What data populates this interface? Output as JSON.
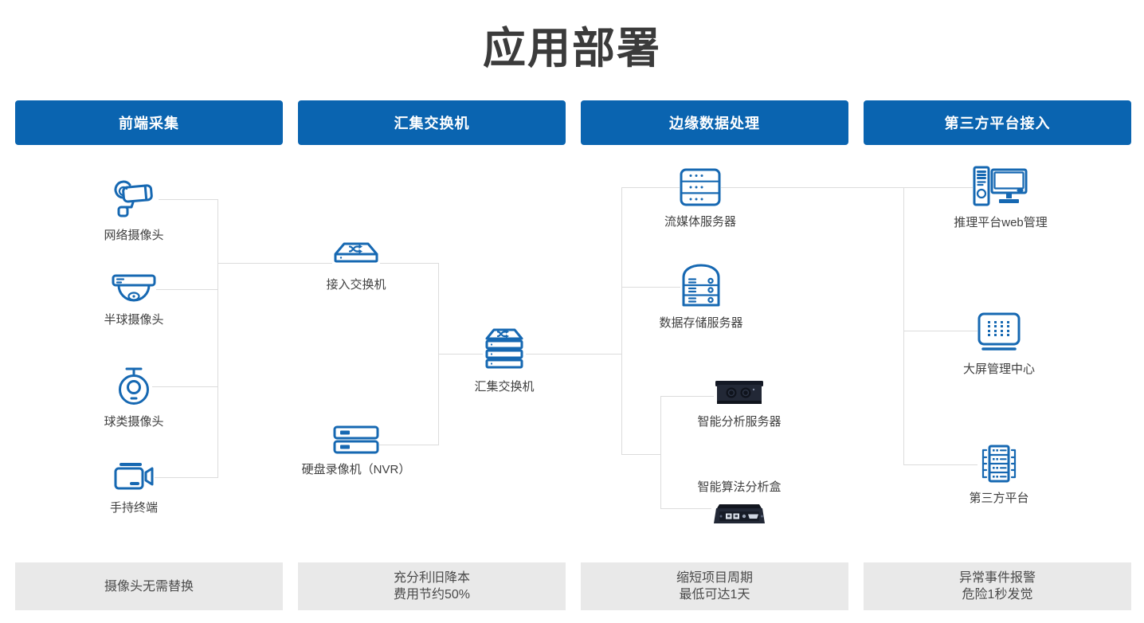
{
  "page": {
    "title": "应用部署"
  },
  "colors": {
    "accent": "#0a64b0",
    "header_text": "#ffffff",
    "icon_stroke": "#1668b2",
    "connector": "#dcdcdc",
    "footer_bg": "#e9e9e9",
    "footer_text": "#4a4a4a",
    "title_text": "#3b3b3b",
    "label_text": "#404040"
  },
  "columns": [
    {
      "header": "前端采集",
      "footer": [
        "摄像头无需替换"
      ]
    },
    {
      "header": "汇集交换机",
      "footer": [
        "充分利旧降本",
        "费用节约50%"
      ]
    },
    {
      "header": "边缘数据处理",
      "footer": [
        "缩短项目周期",
        "最低可达1天"
      ]
    },
    {
      "header": "第三方平台接入",
      "footer": [
        "异常事件报警",
        "危险1秒发觉"
      ]
    }
  ],
  "nodes": {
    "net_camera": {
      "label": "网络摄像头",
      "icon": "bullet-camera-icon"
    },
    "dome_camera": {
      "label": "半球摄像头",
      "icon": "dome-camera-icon"
    },
    "ball_camera": {
      "label": "球类摄像头",
      "icon": "ptz-camera-icon"
    },
    "handheld": {
      "label": "手持终端",
      "icon": "camcorder-icon"
    },
    "access_switch": {
      "label": "接入交换机",
      "icon": "network-switch-icon"
    },
    "agg_switch": {
      "label": "汇集交换机",
      "icon": "stacked-switch-icon"
    },
    "nvr": {
      "label": "硬盘录像机（NVR）",
      "icon": "nvr-icon"
    },
    "stream_server": {
      "label": "流媒体服务器",
      "icon": "media-server-icon"
    },
    "storage_server": {
      "label": "数据存储服务器",
      "icon": "storage-server-icon"
    },
    "analysis_server": {
      "label": "智能分析服务器",
      "icon": "rack-server-image"
    },
    "analysis_box": {
      "label": "智能算法分析盒",
      "icon": "edge-analysis-box-image"
    },
    "web_mgmt": {
      "label": "推理平台web管理",
      "icon": "workstation-icon"
    },
    "big_screen": {
      "label": "大屏管理中心",
      "icon": "led-wall-icon"
    },
    "third_party": {
      "label": "第三方平台",
      "icon": "platform-server-icon"
    }
  }
}
